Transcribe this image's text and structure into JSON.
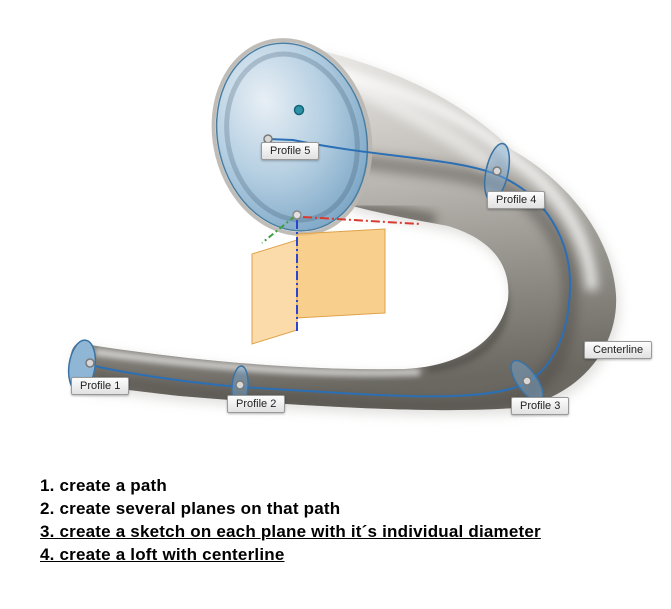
{
  "viewport": {
    "background": "#ffffff",
    "callouts": {
      "profile1": "Profile 1",
      "profile2": "Profile 2",
      "profile3": "Profile 3",
      "profile4": "Profile 4",
      "profile5": "Profile 5",
      "centerline": "Centerline"
    },
    "markers": {
      "origin_point": "origin-point",
      "profile_points": [
        "profile-1-point",
        "profile-2-point",
        "profile-3-point",
        "profile-4-point",
        "profile-5-point"
      ],
      "selected_point_color": "#2f93a8"
    },
    "colors": {
      "centerline_blue": "#2b6fb5",
      "profile_sketch_blue": "#3a72a3",
      "axis_x_red": "#d93a30",
      "axis_y_green": "#3fa03f",
      "axis_z_blue": "#2c45cc",
      "construction_plane_orange": "#f6c478",
      "metal_light": "#f2f1ef",
      "metal_dark": "#6b6862"
    }
  },
  "instructions": [
    "1. create a path",
    "2. create several planes on that path",
    "3. create a sketch on each plane with it´s individual diameter",
    "4. create a loft with centerline"
  ]
}
